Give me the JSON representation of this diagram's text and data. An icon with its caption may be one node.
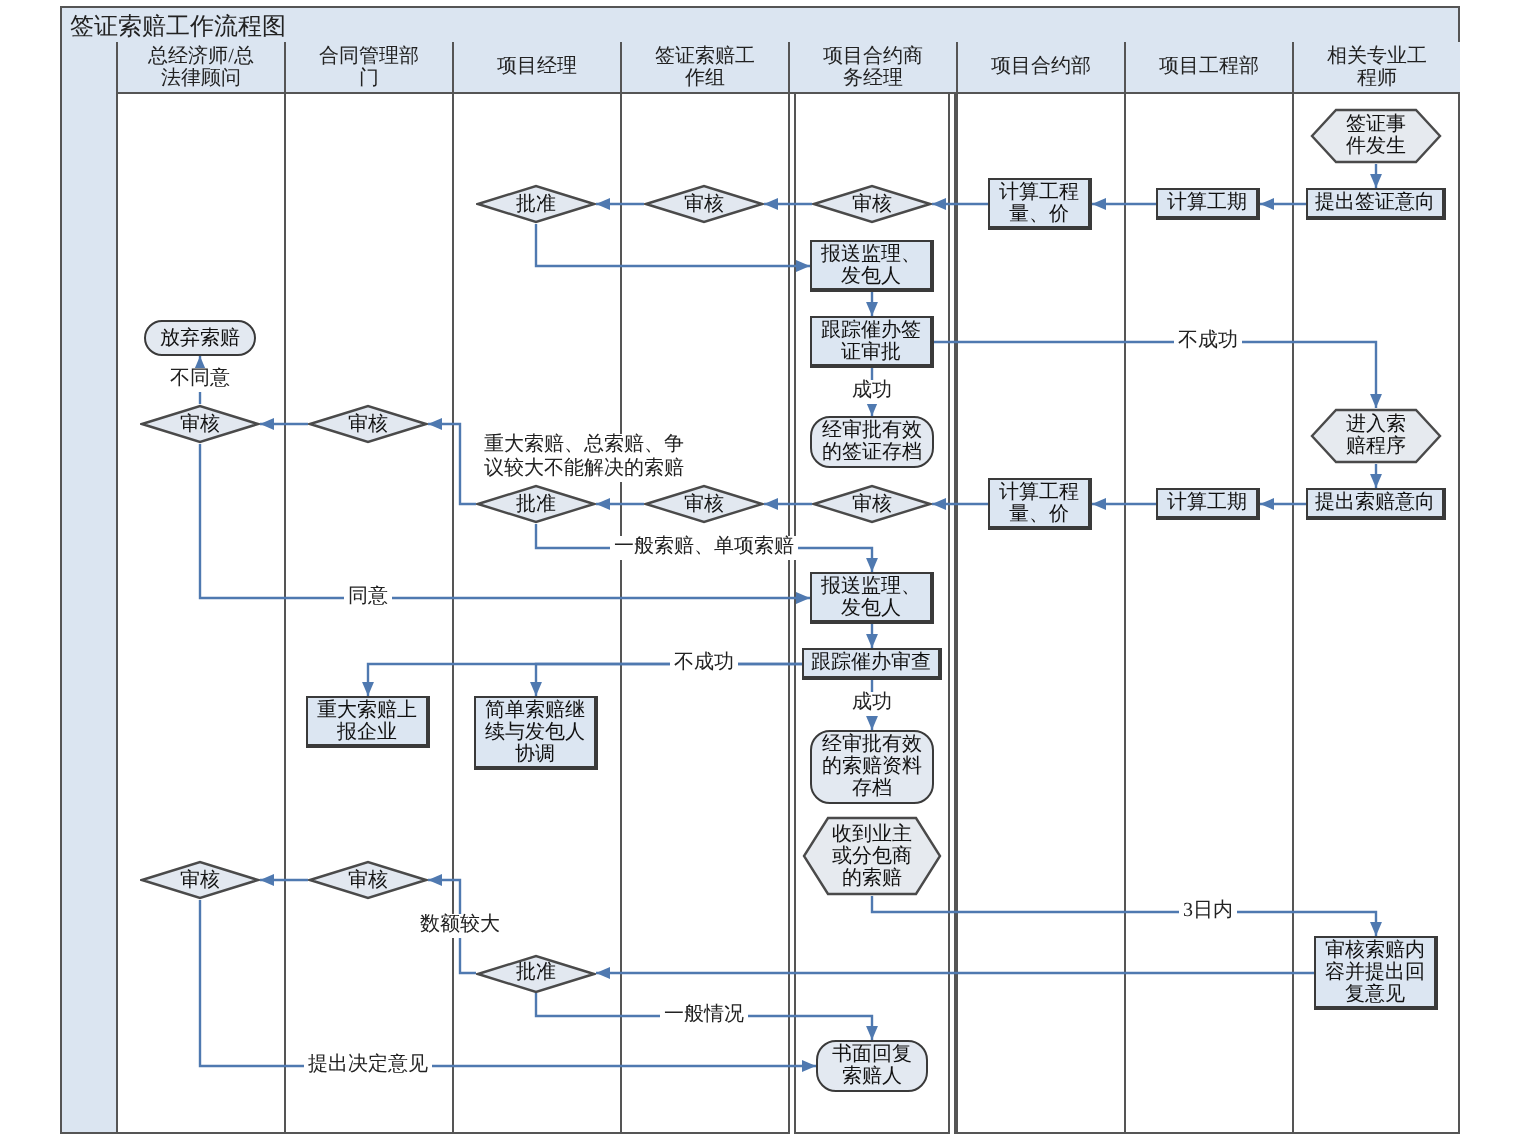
{
  "diagram": {
    "title": "签证索赔工作流程图",
    "nodes": [
      {
        "text": [
          "总经济师/总法律顾问"
        ]
      },
      {
        "text": [
          "合同管理部门"
        ]
      },
      {
        "text": [
          "项目经理"
        ]
      },
      {
        "text": [
          "签证索赔工作组"
        ]
      },
      {
        "text": [
          "项目合约商务经理"
        ]
      },
      {
        "text": [
          "项目合约部"
        ]
      },
      {
        "text": [
          "项目工程部"
        ]
      },
      {
        "text": [
          "相关专业工程师"
        ]
      },
      {
        "text": [
          "签证事件发生"
        ],
        "in": 7
      },
      {
        "text": [
          "批准"
        ],
        "in": 2
      },
      {
        "text": [
          "审核"
        ],
        "in": 3
      },
      {
        "text": [
          "审核"
        ],
        "in": 4
      },
      {
        "text": [
          "计算工程量、价"
        ],
        "in": 5
      },
      {
        "text": [
          "计算工期"
        ],
        "in": 6
      },
      {
        "text": [
          "提出签证意向"
        ],
        "in": 7
      },
      {
        "text": [
          "报送监理、发包人"
        ],
        "in": 4
      },
      {
        "text": [
          "放弃索赔"
        ],
        "in": 0
      },
      {
        "text": [
          "跟踪催办签证审批"
        ],
        "in": 4
      },
      {
        "text": [
          "审核"
        ],
        "in": 0
      },
      {
        "text": [
          "审核"
        ],
        "in": 1
      },
      {
        "text": [
          "经审批有效的签证存档"
        ],
        "in": 4
      },
      {
        "text": [
          "进入索赔程序"
        ],
        "in": 7
      },
      {
        "text": [
          "批准"
        ],
        "in": 2
      },
      {
        "text": [
          "审核"
        ],
        "in": 3
      },
      {
        "text": [
          "审核"
        ],
        "in": 4
      },
      {
        "text": [
          "计算工程量、价"
        ],
        "in": 5
      },
      {
        "text": [
          "计算工期"
        ],
        "in": 6
      },
      {
        "text": [
          "提出索赔意向"
        ],
        "in": 7
      },
      {
        "text": [
          "报送监理、发包人"
        ],
        "in": 4
      },
      {
        "text": [
          "跟踪催办审查"
        ],
        "in": 4
      },
      {
        "text": [
          "重大索赔上报企业"
        ],
        "in": 1
      },
      {
        "text": [
          "简单索赔继续与发包人协调"
        ],
        "in": 2
      },
      {
        "text": [
          "经审批有效的索赔资料存档"
        ],
        "in": 4
      },
      {
        "text": [
          "收到业主或分包商的索赔"
        ],
        "in": 4
      },
      {
        "text": [
          "审核"
        ],
        "in": 0
      },
      {
        "text": [
          "审核"
        ],
        "in": 1
      },
      {
        "text": [
          "批准"
        ],
        "in": 2
      },
      {
        "text": [
          "审核索赔内容并提出回复意见"
        ],
        "in": 7
      },
      {
        "text": [
          "书面回复索赔人"
        ],
        "in": 4
      }
    ],
    "edges": [
      {
        "from": 8,
        "to": 14,
        "arrow": "to"
      },
      {
        "from": 14,
        "to": 13,
        "arrow": "to"
      },
      {
        "from": 13,
        "to": 12,
        "arrow": "to"
      },
      {
        "from": 12,
        "to": 11,
        "arrow": "to"
      },
      {
        "from": 11,
        "to": 10,
        "arrow": "to"
      },
      {
        "from": 10,
        "to": 9,
        "arrow": "to"
      },
      {
        "from": 9,
        "to": 15,
        "arrow": "to"
      },
      {
        "from": 15,
        "to": 17,
        "arrow": "to"
      },
      {
        "from": 17,
        "to": 20,
        "label": "成功",
        "arrow": "to"
      },
      {
        "from": 17,
        "to": 21,
        "label": "不成功",
        "arrow": "to"
      },
      {
        "from": 21,
        "to": 27,
        "arrow": "to"
      },
      {
        "from": 27,
        "to": 26,
        "arrow": "to"
      },
      {
        "from": 26,
        "to": 25,
        "arrow": "to"
      },
      {
        "from": 25,
        "to": 24,
        "arrow": "to"
      },
      {
        "from": 24,
        "to": 23,
        "arrow": "to"
      },
      {
        "from": 23,
        "to": 22,
        "arrow": "to"
      },
      {
        "from": 22,
        "to": 19,
        "label": "重大索赔、总索赔、争议较大不能解决的索赔",
        "arrow": "to"
      },
      {
        "from": 19,
        "to": 18,
        "arrow": "to"
      },
      {
        "from": 18,
        "to": 16,
        "label": "不同意",
        "arrow": "to"
      },
      {
        "from": 22,
        "to": 28,
        "label": "一般索赔、单项索赔",
        "arrow": "to"
      },
      {
        "from": 18,
        "to": 28,
        "label": "同意",
        "arrow": "to"
      },
      {
        "from": 28,
        "to": 29,
        "arrow": "to"
      },
      {
        "from": 29,
        "to": 30,
        "label": "不成功",
        "arrow": "to"
      },
      {
        "from": 29,
        "to": 31,
        "arrow": "to"
      },
      {
        "from": 29,
        "to": 32,
        "label": "成功",
        "arrow": "to"
      },
      {
        "from": 33,
        "to": 37,
        "label": "3日内",
        "arrow": "to"
      },
      {
        "from": 37,
        "to": 36,
        "arrow": "to"
      },
      {
        "from": 36,
        "to": 35,
        "label": "数额较大",
        "arrow": "to"
      },
      {
        "from": 35,
        "to": 34,
        "arrow": "to"
      },
      {
        "from": 34,
        "to": 38,
        "label": "提出决定意见",
        "arrow": "to"
      },
      {
        "from": 36,
        "to": 38,
        "label": "一般情况",
        "arrow": "to"
      }
    ]
  }
}
